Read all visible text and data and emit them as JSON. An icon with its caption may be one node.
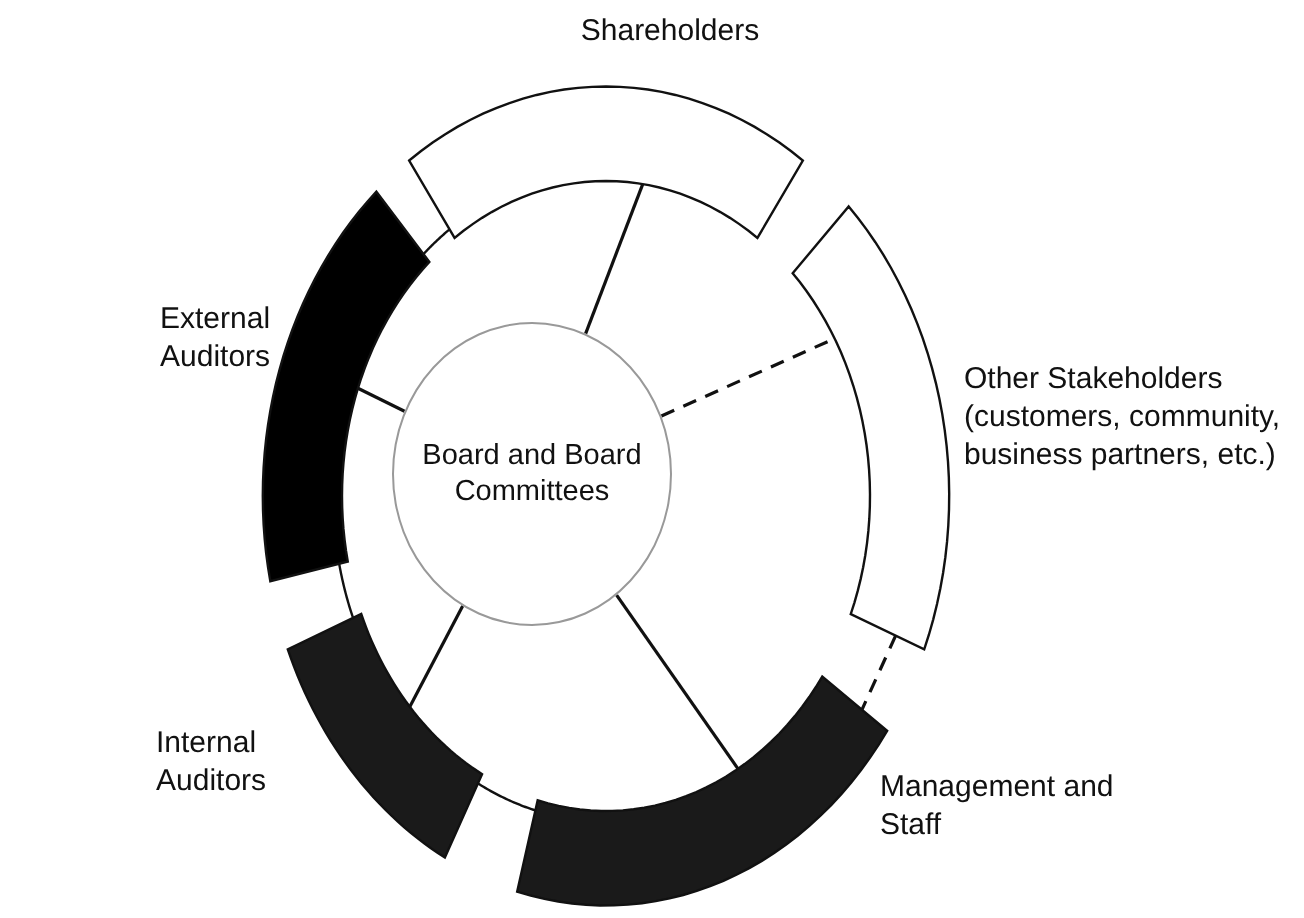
{
  "diagram": {
    "nodes": [
      {
        "text": [
          "Shareholders"
        ]
      },
      {
        "text": [
          "External Auditors"
        ]
      },
      {
        "text": [
          "Board and Board Committees"
        ]
      },
      {
        "text": [
          "Other Stakeholders",
          "(customers, community, business partners, etc.)"
        ]
      },
      {
        "text": [
          "Internal Auditors"
        ]
      },
      {
        "text": [
          "Management and Staff"
        ]
      }
    ],
    "edges": [
      {
        "from": 2,
        "to": 0,
        "arrow": "none"
      },
      {
        "from": 2,
        "to": 1,
        "arrow": "none"
      },
      {
        "from": 2,
        "to": 3,
        "arrow": "none",
        "style": "dashed"
      },
      {
        "from": 2,
        "to": 4,
        "arrow": "none"
      },
      {
        "from": 2,
        "to": 5,
        "arrow": "none"
      },
      {
        "from": 3,
        "to": 5,
        "arrow": "none",
        "style": "dashed"
      },
      {
        "from": 1,
        "to": 0,
        "arrow": "none"
      },
      {
        "from": 4,
        "to": 1,
        "arrow": "none"
      },
      {
        "from": 5,
        "to": 4,
        "arrow": "none"
      }
    ]
  }
}
